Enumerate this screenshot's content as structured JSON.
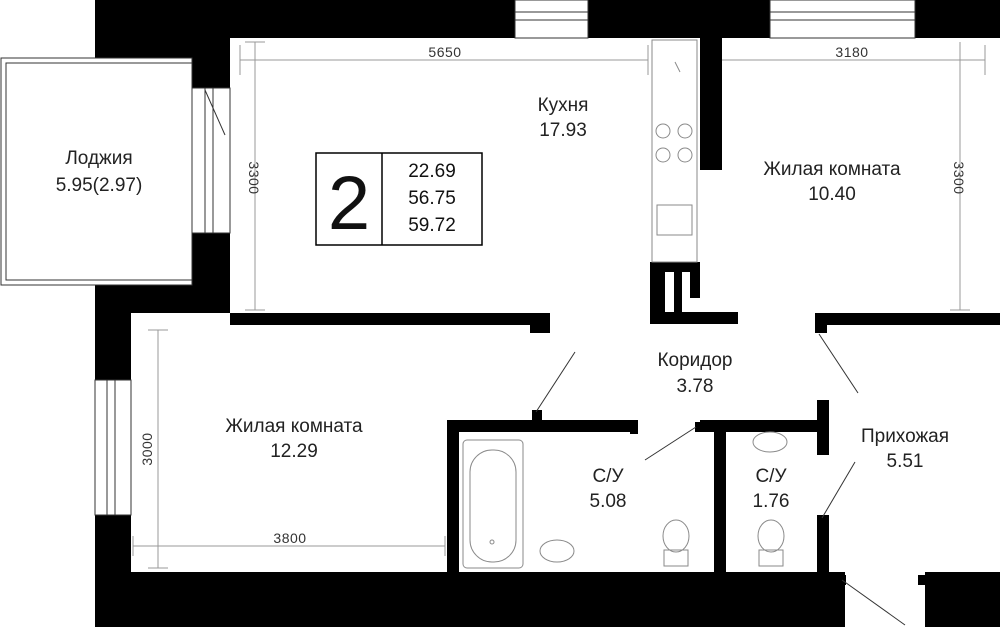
{
  "plan": {
    "rooms": 2,
    "summary": [
      "22.69",
      "56.75",
      "59.72"
    ],
    "kitchen": {
      "name": "Кухня",
      "area": "17.93"
    },
    "loggia": {
      "name": "Лоджия",
      "area": "5.95(2.97)"
    },
    "living_large": {
      "name": "Жилая комната",
      "area": "12.29"
    },
    "living_small": {
      "name": "Жилая комната",
      "area": "10.40"
    },
    "corridor": {
      "name": "Коридор",
      "area": "3.78"
    },
    "bath_main": {
      "name": "С/У",
      "area": "5.08"
    },
    "bath_small": {
      "name": "С/У",
      "area": "1.76"
    },
    "hall": {
      "name": "Прихожая",
      "area": "5.51"
    },
    "dims": {
      "kitchen_w": "5650",
      "kitchen_h": "3300",
      "living_small_w": "3180",
      "living_small_h": "3300",
      "living_large_w": "3800",
      "living_large_h": "3000"
    }
  }
}
